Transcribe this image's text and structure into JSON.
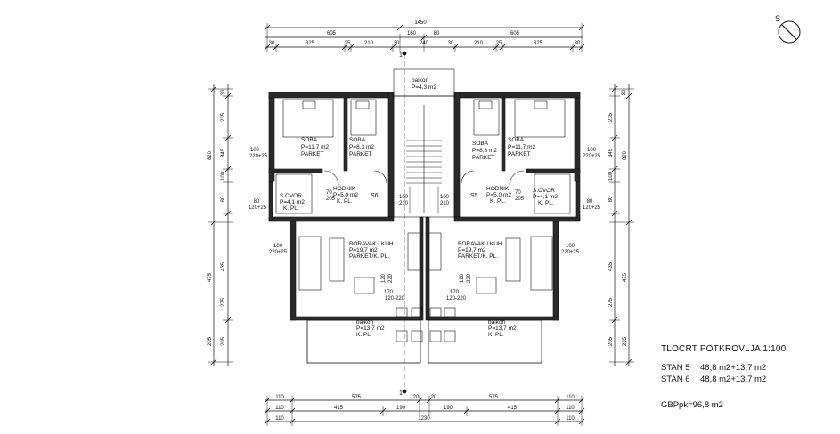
{
  "drawing": {
    "title": "TLOCRT POTKROVLJA 1:100",
    "units": [
      {
        "name": "STAN 5",
        "area": "48,8 m2+13,7 m2"
      },
      {
        "name": "STAN 6",
        "area": "48,8 m2+13,7 m2"
      }
    ],
    "gross_area": "GBPpk=96,8 m2",
    "north_label": "S",
    "section_mark": "1"
  },
  "dimensions": {
    "top_total": "1450",
    "top_row2": [
      "605",
      "160",
      "80",
      "605"
    ],
    "top_row3": [
      "30",
      "325",
      "25",
      "210",
      "30",
      "240",
      "30",
      "210",
      "25",
      "325",
      "30"
    ],
    "bottom_row1": [
      "110",
      "575",
      "20",
      "20",
      "575",
      "110"
    ],
    "bottom_row2": [
      "110",
      "415",
      "190",
      "190",
      "415",
      "110"
    ],
    "bottom_total": [
      "110",
      "1230",
      "110"
    ],
    "left_outer": [
      "30",
      "235",
      "345",
      "100",
      "820",
      "80",
      "435",
      "475",
      "275",
      "205",
      "205"
    ],
    "right_outer": [
      "30",
      "235",
      "345",
      "100",
      "820",
      "80",
      "435",
      "475",
      "275",
      "205",
      "205"
    ],
    "side_tags": [
      "100",
      "220+25",
      "100",
      "220+25",
      "80",
      "120+25",
      "170",
      "120-220"
    ]
  },
  "rooms": [
    {
      "name": "balkon",
      "area": "P=4,3 m2"
    },
    {
      "name": "SOBA",
      "area": "P=11,7 m2",
      "floor": "PARKET"
    },
    {
      "name": "SOBA",
      "area": "P=8,3 m2",
      "floor": "PARKET"
    },
    {
      "name": "SOBA",
      "area": "P=8,3 m2",
      "floor": "PARKET"
    },
    {
      "name": "SOBA",
      "area": "P=11,7 m2",
      "floor": "PARKET"
    },
    {
      "name": "HODNIK",
      "area": "P=5,0 m2",
      "floor": "K. PL."
    },
    {
      "name": "HODNIK",
      "area": "P=5,0 m2",
      "floor": "K. PL."
    },
    {
      "name": "S.CVOR",
      "area": "P=4,1 m2",
      "floor": "K. PL."
    },
    {
      "name": "S.CVOR",
      "area": "P=4,1 m2",
      "floor": "K. PL."
    },
    {
      "name": "BORAVAK I KUH.",
      "area": "P=19,7 m2",
      "floor": "PARKET/K. PL."
    },
    {
      "name": "BORAVAK I KUH.",
      "area": "P=19,7 m2",
      "floor": "PARKET/K. PL."
    },
    {
      "name": "balkon",
      "area": "P=13,7 m2",
      "floor": "K. PL."
    },
    {
      "name": "balkon",
      "area": "P=13,7 m2",
      "floor": "K. PL."
    }
  ],
  "door_tags": [
    "70",
    "205",
    "70",
    "205",
    "S6",
    "S5",
    "100",
    "210",
    "100",
    "210",
    "120",
    "220",
    "120",
    "220"
  ]
}
